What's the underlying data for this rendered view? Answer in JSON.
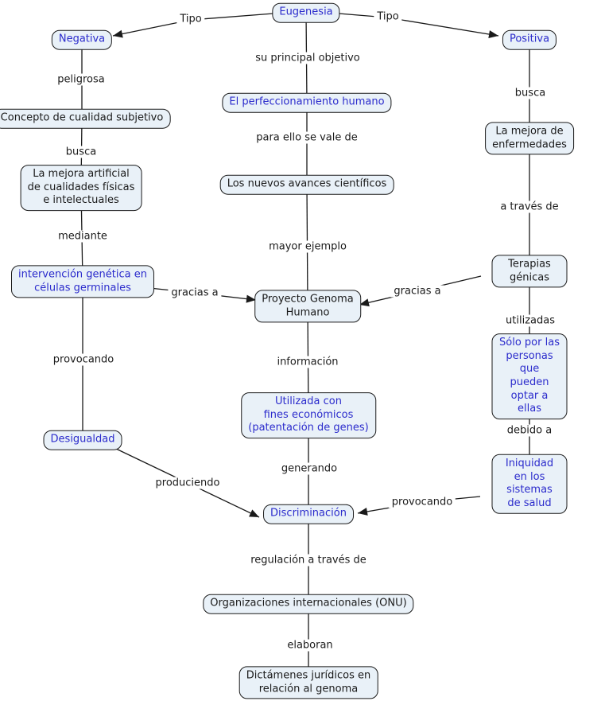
{
  "nodes": {
    "eugenesia": {
      "text": "Eugenesia"
    },
    "negativa": {
      "text": "Negativa"
    },
    "positiva": {
      "text": "Positiva"
    },
    "concepto_cualidad": {
      "text": "Concepto de cualidad subjetivo"
    },
    "mejora_artificial": {
      "text": "La mejora artificial\nde cualidades físicas\ne intelectuales"
    },
    "intervencion_genetica": {
      "text": "intervención genética en\ncélulas germinales"
    },
    "perfeccionamiento": {
      "text": "El perfeccionamiento humano"
    },
    "avances_cientificos": {
      "text": "Los nuevos avances científicos"
    },
    "proyecto_genoma": {
      "text": "Proyecto Genoma\nHumano"
    },
    "mejora_enfermedades": {
      "text": "La mejora de enfermedades"
    },
    "terapias_genicas": {
      "text": "Terapias génicas"
    },
    "solo_personas": {
      "text": "Sólo por las personas\nque pueden optar a ellas"
    },
    "desigualdad": {
      "text": "Desigualdad"
    },
    "utilizada_fines": {
      "text": "Utilizada con\nfines económicos\n(patentación de genes)"
    },
    "iniquidad": {
      "text": "Iniquidad en los\nsistemas\nde salud"
    },
    "discriminacion": {
      "text": "Discriminación"
    },
    "organizaciones": {
      "text": "Organizaciones internacionales (ONU)"
    },
    "dictamenes": {
      "text": "Dictámenes jurídicos en\nrelación al genoma"
    }
  },
  "links": {
    "tipo_left": "Tipo",
    "tipo_right": "Tipo",
    "su_principal_objetivo": "su principal objetivo",
    "peligrosa": "peligrosa",
    "busca_left": "busca",
    "busca_right": "busca",
    "mediante": "mediante",
    "para_ello": "para ello se vale de",
    "mayor_ejemplo": "mayor ejemplo",
    "gracias_a_left": "gracias a",
    "gracias_a_right": "gracias a",
    "a_traves_de": "a través de",
    "utilizadas": "utilizadas",
    "informacion": "información",
    "provocando_left": "provocando",
    "provocando_right": "provocando",
    "debido_a": "debido a",
    "generando": "generando",
    "produciendo": "produciendo",
    "regulacion": "regulación a través de",
    "elaboran": "elaboran"
  },
  "colors": {
    "canvas": "#ffffff",
    "node_fill": "#e9f1f8",
    "node_border": "#1a1a1a",
    "concept_blue": "#2b2bcc",
    "text": "#1a1a1a",
    "line": "#1a1a1a"
  }
}
